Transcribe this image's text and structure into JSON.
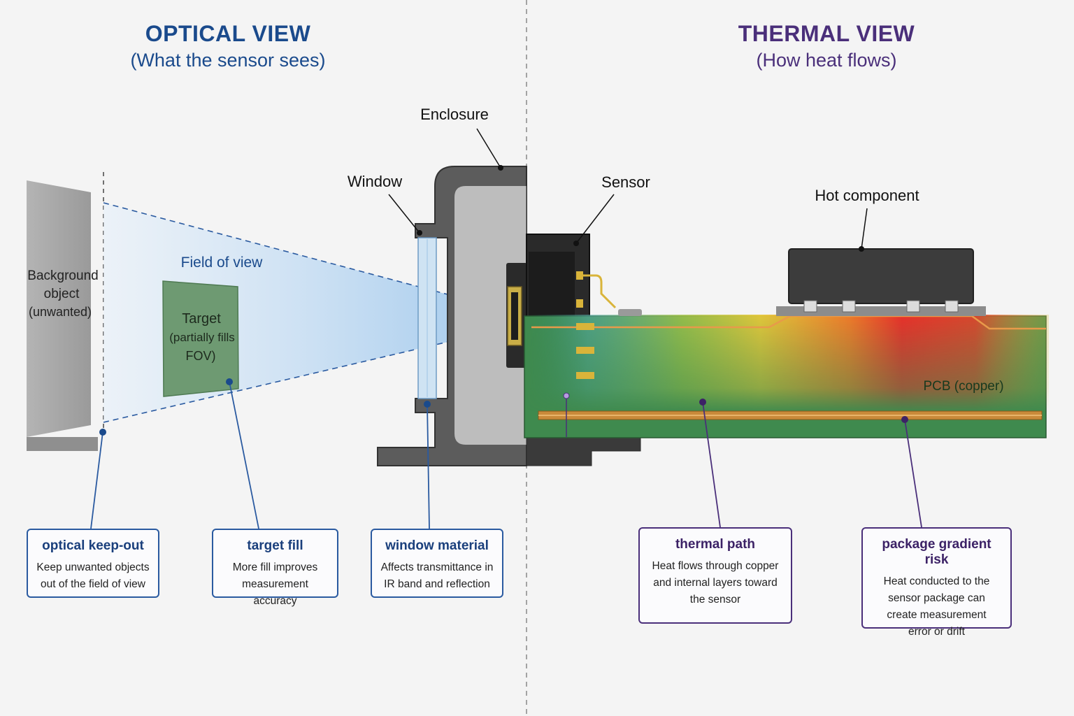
{
  "optical": {
    "title": "OPTICAL VIEW",
    "subtitle": "(What the sensor sees)"
  },
  "thermal": {
    "title": "THERMAL VIEW",
    "subtitle": "(How heat flows)"
  },
  "labels": {
    "enclosure": "Enclosure",
    "window": "Window",
    "sensor": "Sensor",
    "hot_component": "Hot component",
    "field_of_view": "Field of view",
    "background_object": [
      "Background",
      "object",
      "(unwanted)"
    ],
    "target": [
      "Target",
      "(partially fills",
      "FOV)"
    ],
    "pcb": "PCB (copper)"
  },
  "callouts": {
    "keepout": {
      "title": "optical keep-out",
      "lines": [
        "Keep unwanted objects",
        "out of the field of view"
      ]
    },
    "target_fill": {
      "title": "target fill",
      "lines": [
        "More fill improves",
        "measurement accuracy"
      ]
    },
    "window_material": {
      "title": "window material",
      "lines": [
        "Affects transmittance in",
        "IR band and reflection"
      ]
    },
    "thermal_path": {
      "title": "thermal path",
      "lines": [
        "Heat flows through copper",
        "and internal layers toward",
        "the sensor"
      ]
    },
    "gradient_risk": {
      "title": "package gradient risk",
      "lines": [
        "Heat conducted to the",
        "sensor package can",
        "create measurement",
        "error or drift"
      ]
    }
  },
  "colors": {
    "optical_accent": "#1a4a8c",
    "thermal_accent": "#4a2f7a",
    "pcb_green": "#3f8a4e",
    "heat_hot": "#e8302a",
    "heat_warm": "#e8c93a",
    "fov_blue": "#bcd8f0",
    "target_green": "#6e9a72"
  }
}
